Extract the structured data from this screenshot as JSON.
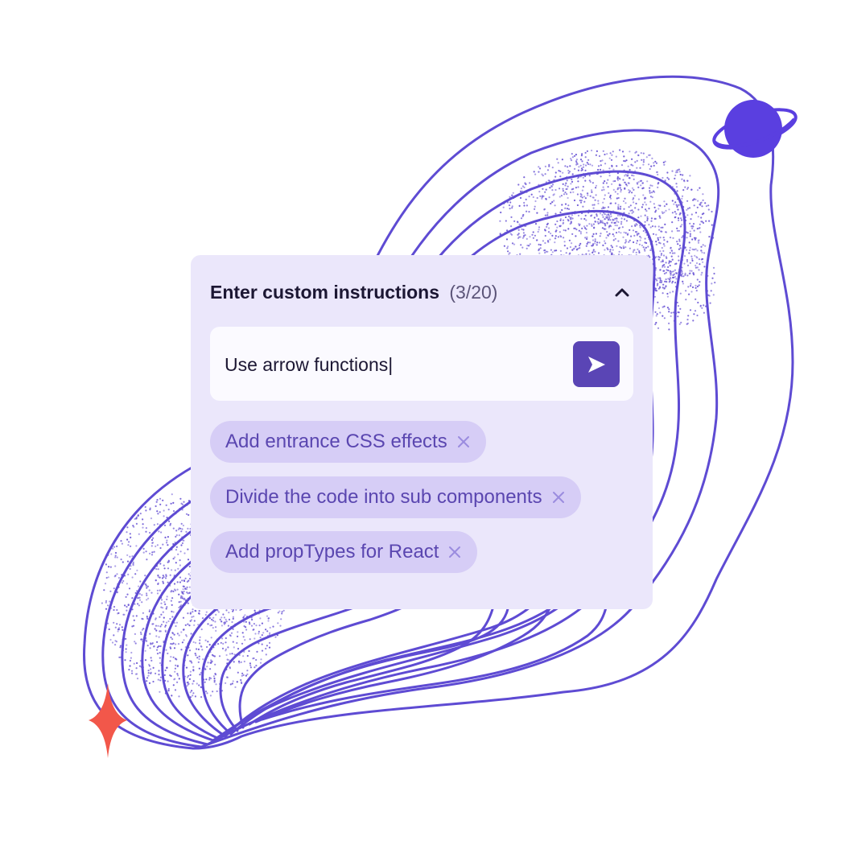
{
  "panel": {
    "title": "Enter custom instructions",
    "counter": "(3/20)"
  },
  "input": {
    "value": "Use arrow functions|"
  },
  "chips": [
    {
      "label": "Add entrance CSS effects"
    },
    {
      "label": "Divide the code into sub components"
    },
    {
      "label": "Add propTypes for React"
    }
  ],
  "icons": {
    "collapse": "chevron-up-icon",
    "send": "send-arrow-icon",
    "remove": "close-icon"
  },
  "colors": {
    "accent": "#5a45b5",
    "line": "#5e4bd3",
    "planet": "#5a3fe0",
    "sparkle": "#f2574a",
    "panel_bg": "#ebe7fb",
    "chip_bg": "#d6cdf6"
  }
}
